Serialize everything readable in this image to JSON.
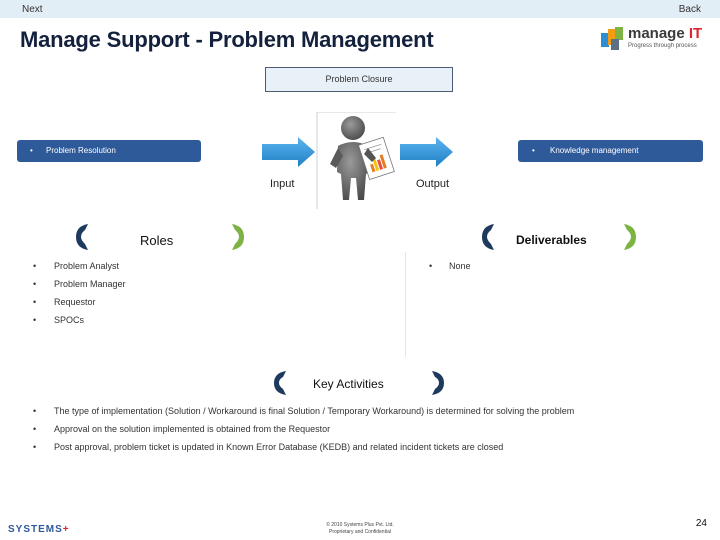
{
  "nav": {
    "next_label": "Next",
    "back_label": "Back"
  },
  "header": {
    "title": "Manage Support - Problem Management",
    "logo_word": "manage",
    "logo_it": "IT",
    "logo_tagline": "Progress through process"
  },
  "diagram": {
    "center_box": "Problem Closure",
    "input_bar": {
      "bullet": "•",
      "text": "Problem Resolution"
    },
    "output_bar": {
      "bullet": "•",
      "text": "Knowledge management"
    },
    "input_label": "Input",
    "output_label": "Output"
  },
  "roles": {
    "title": "Roles",
    "items": [
      {
        "bullet": "•",
        "text": "Problem Analyst"
      },
      {
        "bullet": "•",
        "text": "Problem Manager"
      },
      {
        "bullet": "•",
        "text": "Requestor"
      },
      {
        "bullet": "•",
        "text": "SPOCs"
      }
    ]
  },
  "deliverables": {
    "title": "Deliverables",
    "items": [
      {
        "bullet": "•",
        "text": "None"
      }
    ]
  },
  "key_activities": {
    "title": "Key Activities",
    "items": [
      {
        "bullet": "•",
        "text": "The type of implementation (Solution / Workaround is final Solution / Temporary Workaround) is determined for solving the problem"
      },
      {
        "bullet": "•",
        "text": "Approval on the solution implemented is obtained from the Requestor"
      },
      {
        "bullet": "•",
        "text": "Post approval, problem ticket is updated in Known Error Database (KEDB) and related incident tickets are closed"
      }
    ]
  },
  "footer": {
    "brand": "SYSTEMS",
    "brand_plus": "+",
    "copyright_line1": "© 2010 Systems Plus Pvt. Ltd.",
    "copyright_line2": "Proprietary and Confidential",
    "page_number": "24"
  },
  "colors": {
    "bar_blue": "#2f5a9a",
    "arrow_blue": "#2a8fd6",
    "bracket_green": "#7cb342",
    "bracket_dark": "#1f3a5f",
    "accent_red": "#e0262b"
  }
}
